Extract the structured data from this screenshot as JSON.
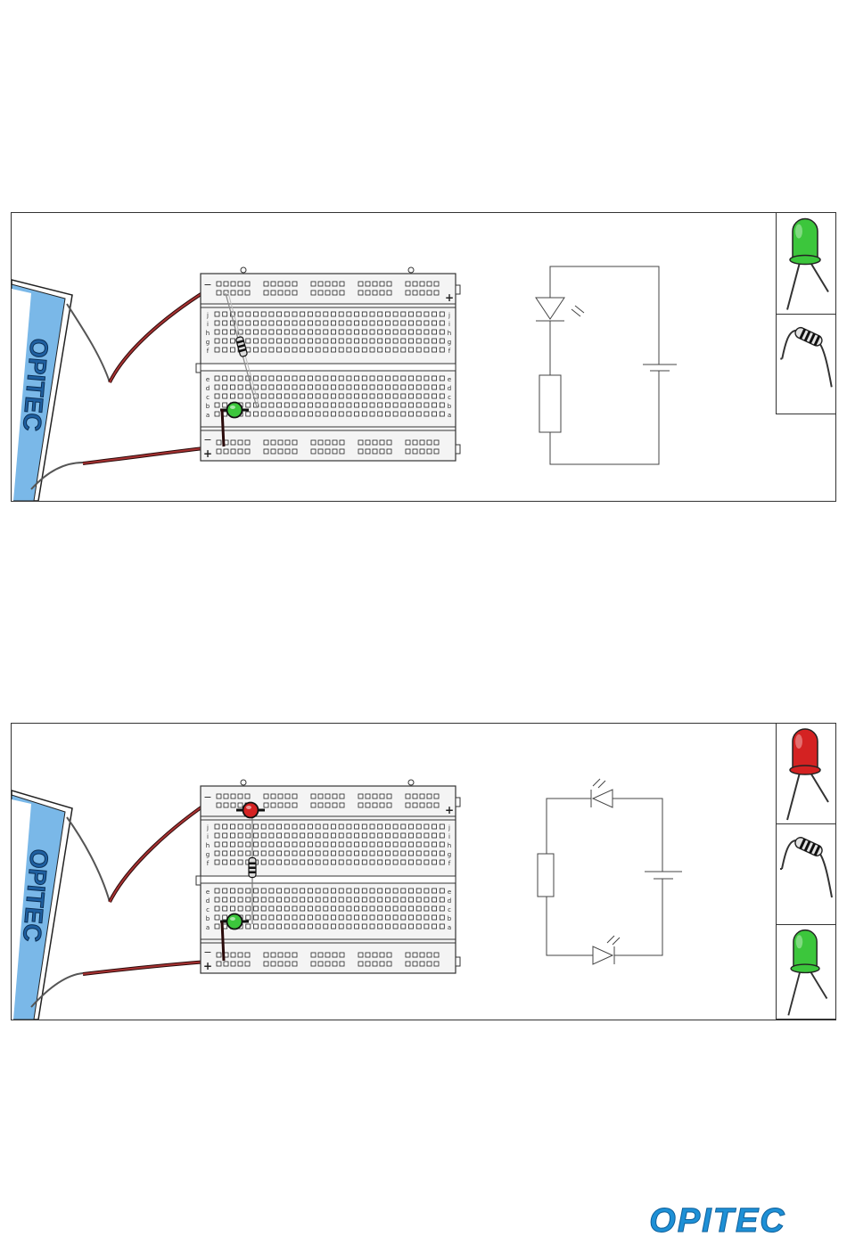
{
  "battery_brand": "OPITEC",
  "footer_logo": "OPITEC",
  "breadboard": {
    "rail_minus": "−",
    "rail_plus": "+",
    "row_letters_top": [
      "j",
      "i",
      "h",
      "g",
      "f"
    ],
    "row_letters_bottom": [
      "e",
      "d",
      "c",
      "b",
      "a"
    ]
  },
  "panels": [
    {
      "components": [
        {
          "type": "led",
          "color": "green"
        },
        {
          "type": "resistor"
        }
      ],
      "parts": [
        "led-green",
        "resistor"
      ]
    },
    {
      "components": [
        {
          "type": "led",
          "color": "red"
        },
        {
          "type": "resistor"
        },
        {
          "type": "led",
          "color": "green"
        }
      ],
      "parts": [
        "led-red",
        "resistor",
        "led-green"
      ]
    }
  ],
  "colors": {
    "led_green": "#3cc63c",
    "led_red": "#d42222",
    "wire_red": "#8b1a1a",
    "battery_blue": "#7ab8e8",
    "logo_blue": "#1e90d6"
  }
}
